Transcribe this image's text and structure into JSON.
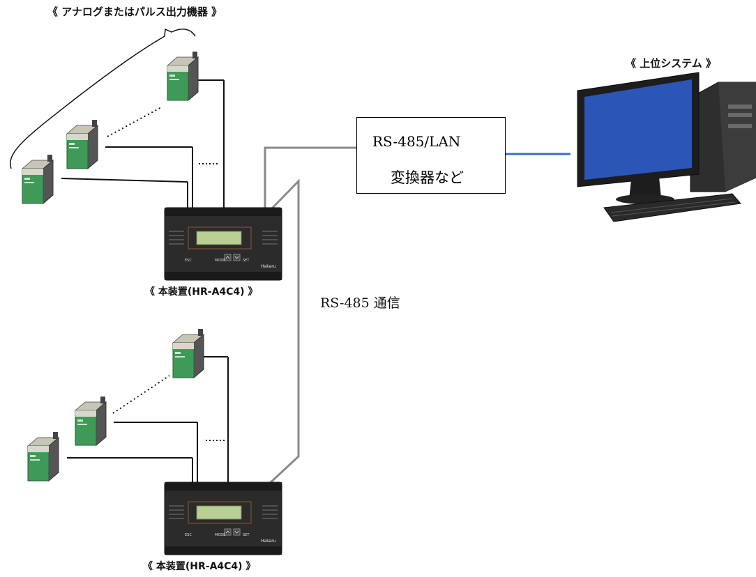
{
  "labels": {
    "analog_devices": "《 アナログまたはパルス出力機器 》",
    "host_system": "《 上位システム 》",
    "converter_line1": "RS-485/LAN",
    "converter_line2": "変換器など",
    "device_top": "《 本装置(HR-A4C4) 》",
    "device_bottom": "《 本装置(HR-A4C4) 》",
    "rs485_comm": "RS-485 通信"
  },
  "device_panel": {
    "brand": "Hakaru",
    "button_esc": "ESC",
    "button_mode": "MODE",
    "button_set": "SET"
  },
  "colors": {
    "wire_black": "#111111",
    "wire_gray": "#8a8a8a",
    "wire_blue": "#3a6fc2",
    "module_green": "#3f9a58",
    "device_dark": "#2b2b2b",
    "lcd_green": "#b9cf93",
    "monitor_screen": "#2c55b8"
  }
}
